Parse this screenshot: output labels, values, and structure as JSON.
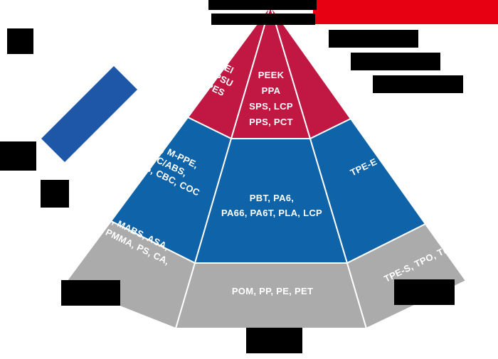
{
  "pyramid": {
    "text_color": "#ffffff",
    "high_performance": {
      "color": "#c01843",
      "left": {
        "line1": "PEI",
        "line2": "PPSU",
        "line3": "PES"
      },
      "center": {
        "line1": "PEEK",
        "line2": "PPA",
        "line3": "SPS, LCP",
        "line4": "PPS, PCT"
      }
    },
    "engineering": {
      "color": "#0f63a8",
      "left": {
        "line1": "PC, M-PPE,",
        "line2": "PC/ABS,",
        "line3": "PETG, CBC, COC"
      },
      "center": {
        "line1": "PBT, PA6,",
        "line2": "PA66, PA6T, PLA, LCP"
      },
      "right": {
        "line1": "TPE-E"
      }
    },
    "standard": {
      "color": "#ababab",
      "left": {
        "line1": "ABS, MABS, ASA,",
        "line2": "SAN, PMMA, PS, CA,"
      },
      "center": {
        "line1": "POM, PP, PE, PET"
      },
      "right": {
        "line1": "TPE-S, TPO, TPU"
      }
    }
  },
  "decorations": {
    "block_color": "#000000",
    "banner_color": "#e60012",
    "ribbon_color": "#1e56a8"
  }
}
